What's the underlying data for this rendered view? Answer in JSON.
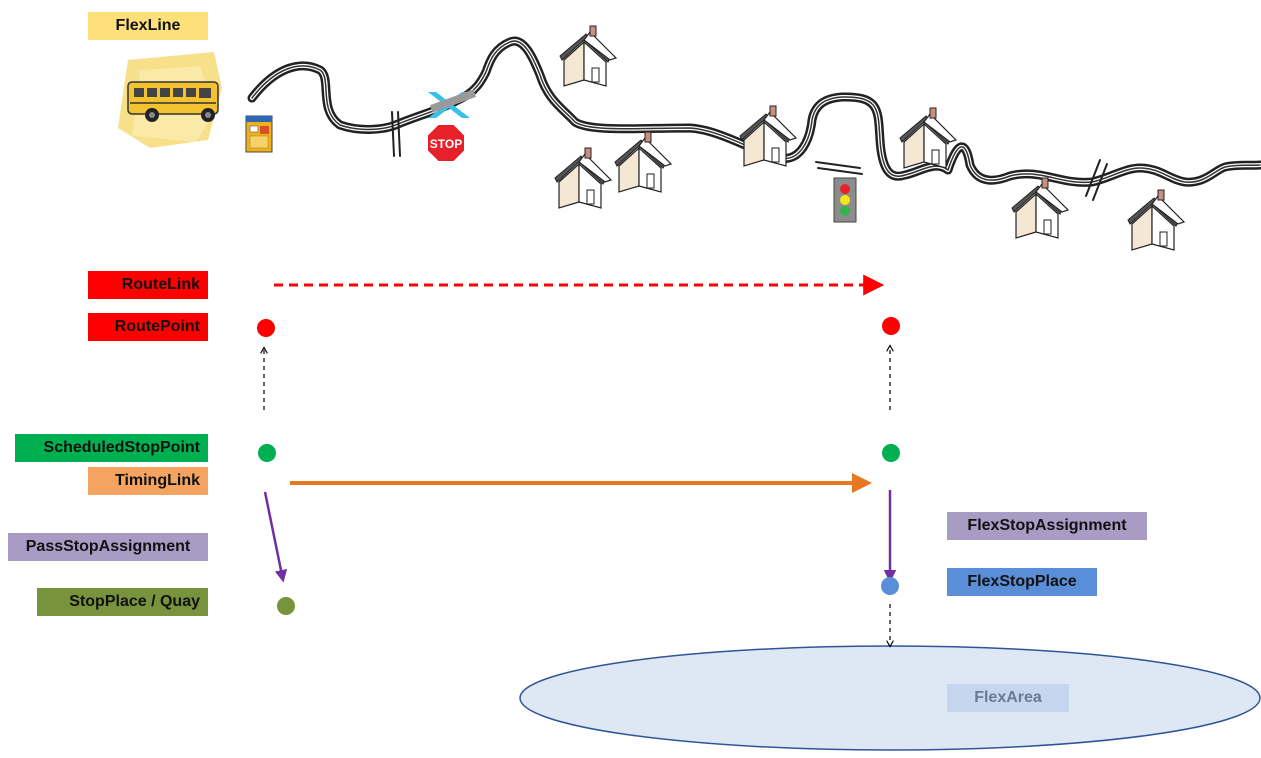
{
  "labels": {
    "flexline": "FlexLine",
    "route_link": "RouteLink",
    "route_point": "RoutePoint",
    "scheduled_stop_point": "ScheduledStopPoint",
    "timing_link": "TimingLink",
    "pass_stop_assignment": "PassStopAssignment",
    "stop_place_quay": "StopPlace / Quay",
    "flex_stop_assignment": "FlexStopAssignment",
    "flex_stop_place": "FlexStopPlace",
    "flex_area": "FlexArea"
  },
  "icons": {
    "bus": "school-bus-icon",
    "ticket": "ticket-machine-icon",
    "stop_sign": "stop-sign-icon",
    "stop_sign_text": "STOP",
    "traffic_light": "traffic-light-icon",
    "crossing": "railway-crossing-icon",
    "house": "house-icon"
  },
  "colors": {
    "flexline": "#FDE07A",
    "route": "#FF0000",
    "scheduled_stop_point": "#00B050",
    "timing_link": "#F4A460",
    "timing_arrow": "#E87722",
    "assignment": "#A89BC4",
    "assignment_arrow": "#7030A0",
    "stop_place": "#77933C",
    "flex_stop_place": "#5B8ED8",
    "flex_area_label": "#C6D6EE",
    "flex_area_fill": "#DEE8F5",
    "flex_area_stroke": "#2F5597"
  }
}
